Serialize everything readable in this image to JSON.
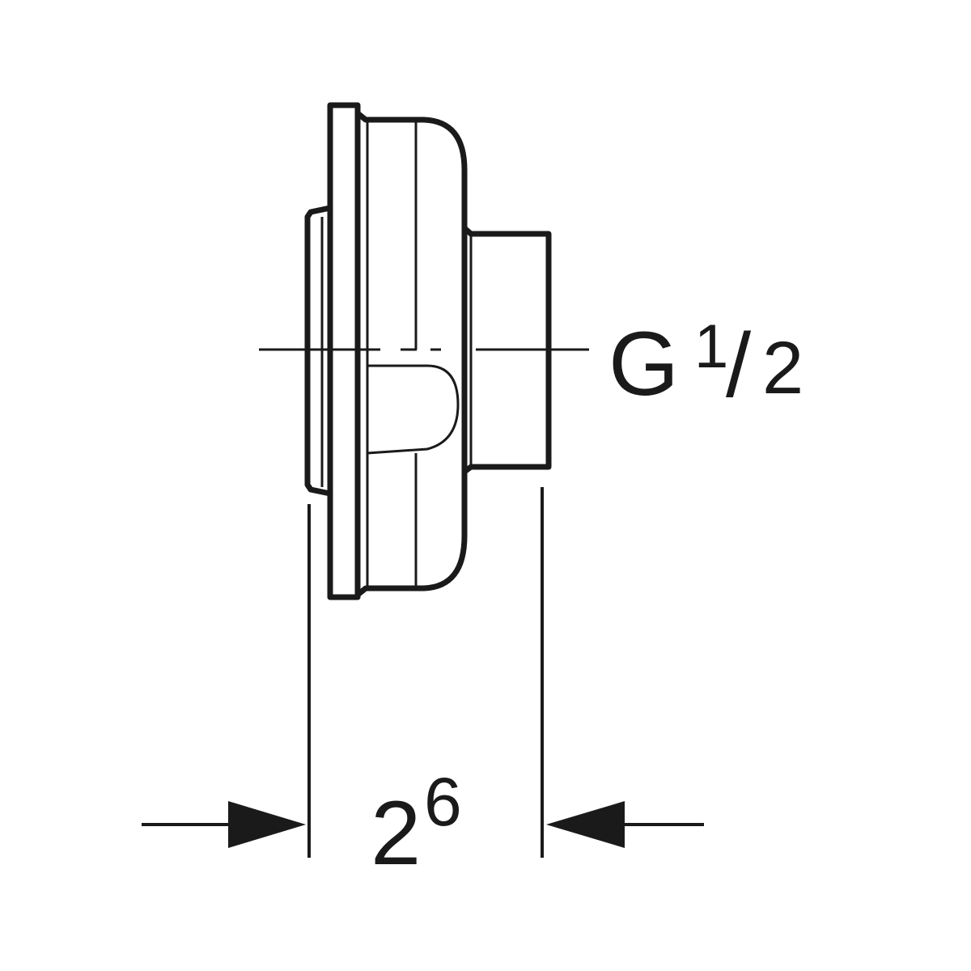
{
  "thread_label": {
    "prefix": "G",
    "numerator": "1",
    "slash": "/",
    "denominator": "2"
  },
  "dimension_label": {
    "base": "2",
    "superscript": "6"
  }
}
